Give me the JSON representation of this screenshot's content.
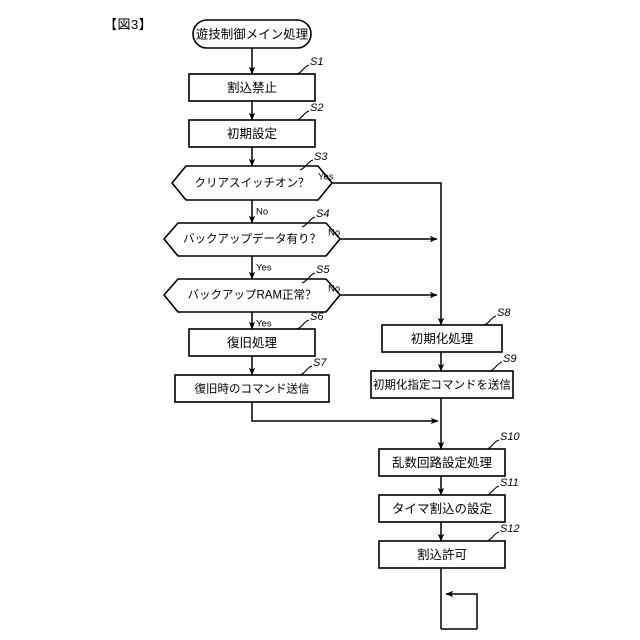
{
  "figure": {
    "label": "【図3】",
    "title": "遊技制御メイン処理"
  },
  "chart_data": {
    "type": "diagram",
    "diagram_type": "flowchart",
    "title": "遊技制御メイン処理",
    "orientation": "top-to-bottom"
  },
  "nodes": {
    "start": {
      "id": "start",
      "shape": "terminator",
      "label": "遊技制御メイン処理",
      "tag": ""
    },
    "s1": {
      "id": "S1",
      "shape": "process",
      "label": "割込禁止",
      "tag": "S1"
    },
    "s2": {
      "id": "S2",
      "shape": "process",
      "label": "初期設定",
      "tag": "S2"
    },
    "s3": {
      "id": "S3",
      "shape": "decision",
      "label": "クリアスイッチオン？",
      "tag": "S3"
    },
    "s4": {
      "id": "S4",
      "shape": "decision",
      "label": "バックアップデータ有り？",
      "tag": "S4"
    },
    "s5": {
      "id": "S5",
      "shape": "decision",
      "label": "バックアップRAM正常？",
      "tag": "S5"
    },
    "s6": {
      "id": "S6",
      "shape": "process",
      "label": "復旧処理",
      "tag": "S6"
    },
    "s7": {
      "id": "S7",
      "shape": "process",
      "label": "復旧時のコマンド送信",
      "tag": "S7"
    },
    "s8": {
      "id": "S8",
      "shape": "process",
      "label": "初期化処理",
      "tag": "S8"
    },
    "s9": {
      "id": "S9",
      "shape": "process",
      "label": "初期化指定コマンドを送信",
      "tag": "S9"
    },
    "s10": {
      "id": "S10",
      "shape": "process",
      "label": "乱数回路設定処理",
      "tag": "S10"
    },
    "s11": {
      "id": "S11",
      "shape": "process",
      "label": "タイマ割込の設定",
      "tag": "S11"
    },
    "s12": {
      "id": "S12",
      "shape": "process",
      "label": "割込許可",
      "tag": "S12"
    }
  },
  "branches": {
    "s3_yes": "Yes",
    "s3_no": "No",
    "s4_yes": "Yes",
    "s4_no": "No",
    "s5_yes": "Yes",
    "s5_no": "No"
  },
  "edges": [
    {
      "from": "start",
      "to": "S1",
      "label": ""
    },
    {
      "from": "S1",
      "to": "S2",
      "label": ""
    },
    {
      "from": "S2",
      "to": "S3",
      "label": ""
    },
    {
      "from": "S3",
      "to": "S4",
      "label": "No"
    },
    {
      "from": "S3",
      "to": "S8",
      "label": "Yes"
    },
    {
      "from": "S4",
      "to": "S5",
      "label": "Yes"
    },
    {
      "from": "S4",
      "to": "S8",
      "label": "No"
    },
    {
      "from": "S5",
      "to": "S6",
      "label": "Yes"
    },
    {
      "from": "S5",
      "to": "S8",
      "label": "No"
    },
    {
      "from": "S6",
      "to": "S7",
      "label": ""
    },
    {
      "from": "S7",
      "to": "S10",
      "label": ""
    },
    {
      "from": "S8",
      "to": "S9",
      "label": ""
    },
    {
      "from": "S9",
      "to": "S10",
      "label": ""
    },
    {
      "from": "S10",
      "to": "S11",
      "label": ""
    },
    {
      "from": "S11",
      "to": "S12",
      "label": ""
    },
    {
      "from": "S12",
      "to": "loop",
      "label": ""
    }
  ],
  "colors": {
    "stroke": "#000000",
    "fill": "#ffffff",
    "background": "#ffffff"
  }
}
